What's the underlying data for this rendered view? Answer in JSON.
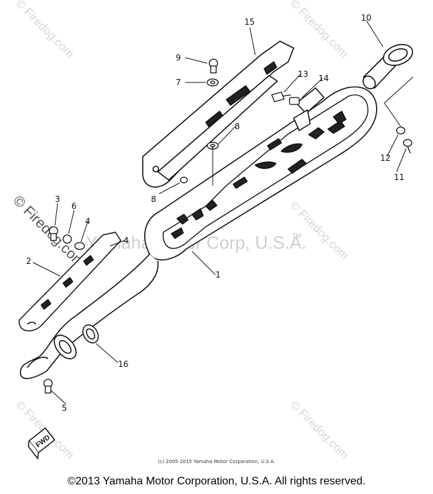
{
  "watermark": {
    "brand": "© Firedog.com",
    "center_text": "Yamaha Motor Corp, U.S.A.",
    "trademark": "TM"
  },
  "callouts": [
    "1",
    "2",
    "3",
    "4",
    "4",
    "5",
    "6",
    "7",
    "8",
    "8",
    "9",
    "10",
    "11",
    "12",
    "13",
    "14",
    "15",
    "16"
  ],
  "badge": {
    "text": "FWD"
  },
  "small_copyright": "(c) 2005-2015 Yamaha Motor Corporation, U.S.A.",
  "footer_copyright": "©2013 Yamaha Motor Corporation, U.S.A. All rights reserved."
}
